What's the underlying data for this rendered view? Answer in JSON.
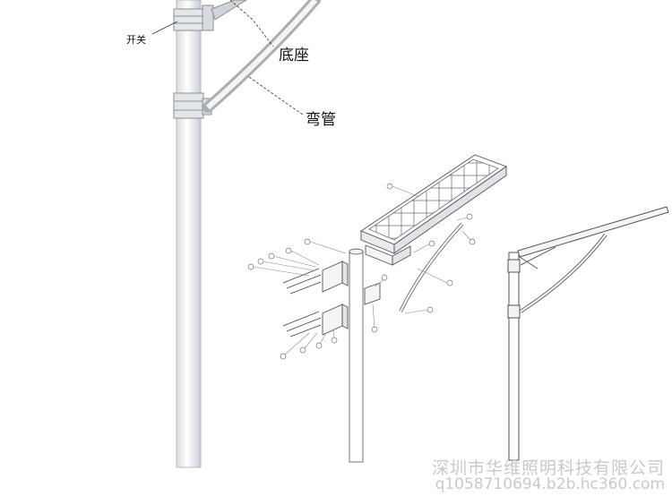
{
  "labels": {
    "switch": "开关",
    "base": "底座",
    "curved_arm": "弯管"
  },
  "watermark": {
    "company": "深圳市华维照明科技有限公司",
    "site": "q1058710694.b2b.hc360.com"
  },
  "colors": {
    "pole_fill": "#eef0f2",
    "pole_stroke": "#a8adb2",
    "line_art": "#555555",
    "watermark": "#c9c9c9"
  }
}
